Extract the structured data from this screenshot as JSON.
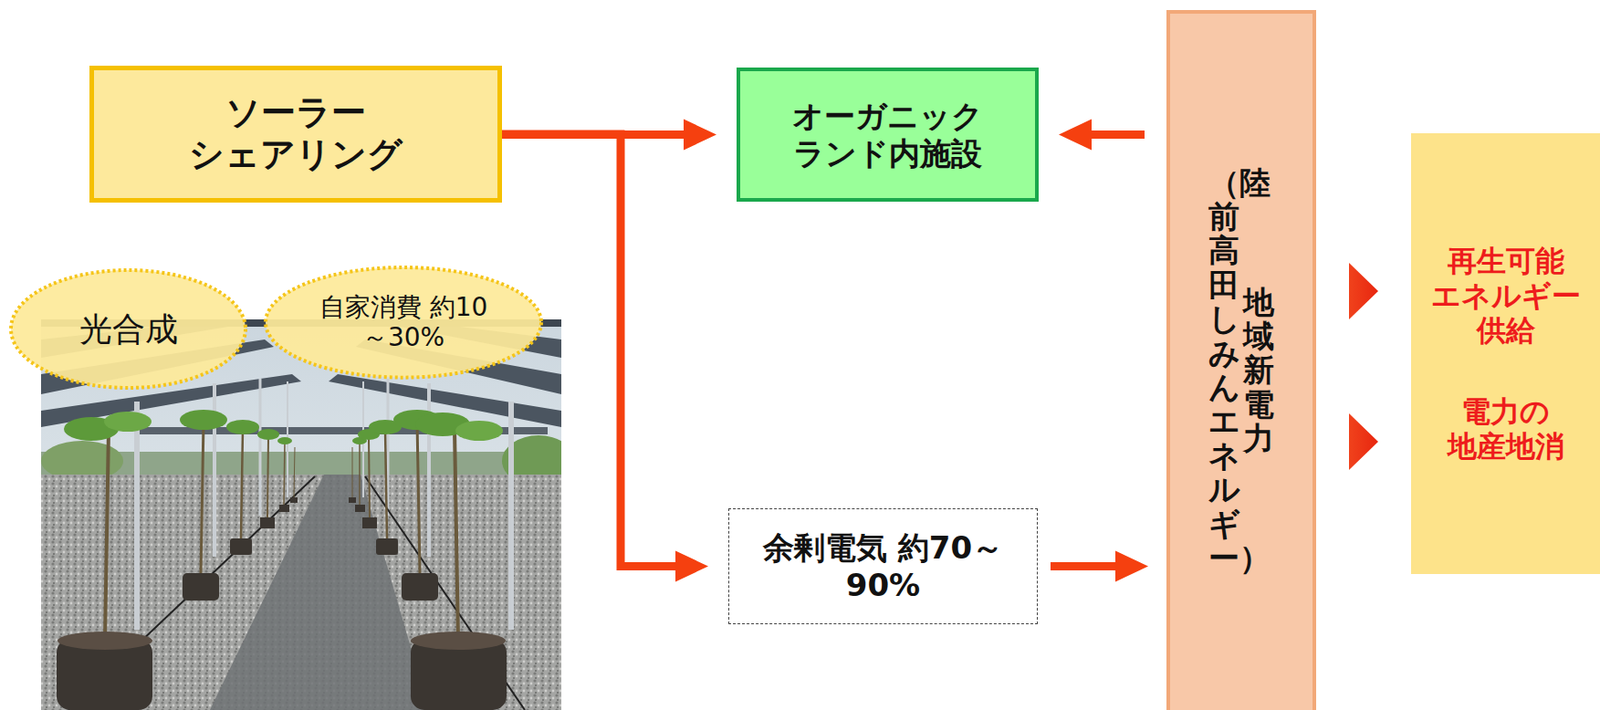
{
  "diagram": {
    "nodes": [
      {
        "text": [
          "ソーラー シェアリング"
        ]
      },
      {
        "text": [
          "光合成"
        ]
      },
      {
        "text": [
          "自家消費 約10～30%"
        ]
      },
      {
        "text": [
          "オーガニック ランド内施設"
        ]
      },
      {
        "text": [
          "余剰電気 約70～90%"
        ]
      },
      {
        "text": [
          "地域新電力",
          "（陸前高田しみんエネルギー）"
        ]
      },
      {
        "text": [
          "再生可能 エネルギー 供給",
          "電力の 地産地消"
        ]
      }
    ],
    "edges": [
      {
        "from": 0,
        "to": 3,
        "arrow": "to"
      },
      {
        "from": 0,
        "to": 4,
        "arrow": "to"
      },
      {
        "from": 5,
        "to": 3,
        "arrow": "to"
      },
      {
        "from": 4,
        "to": 5,
        "arrow": "to"
      }
    ]
  }
}
